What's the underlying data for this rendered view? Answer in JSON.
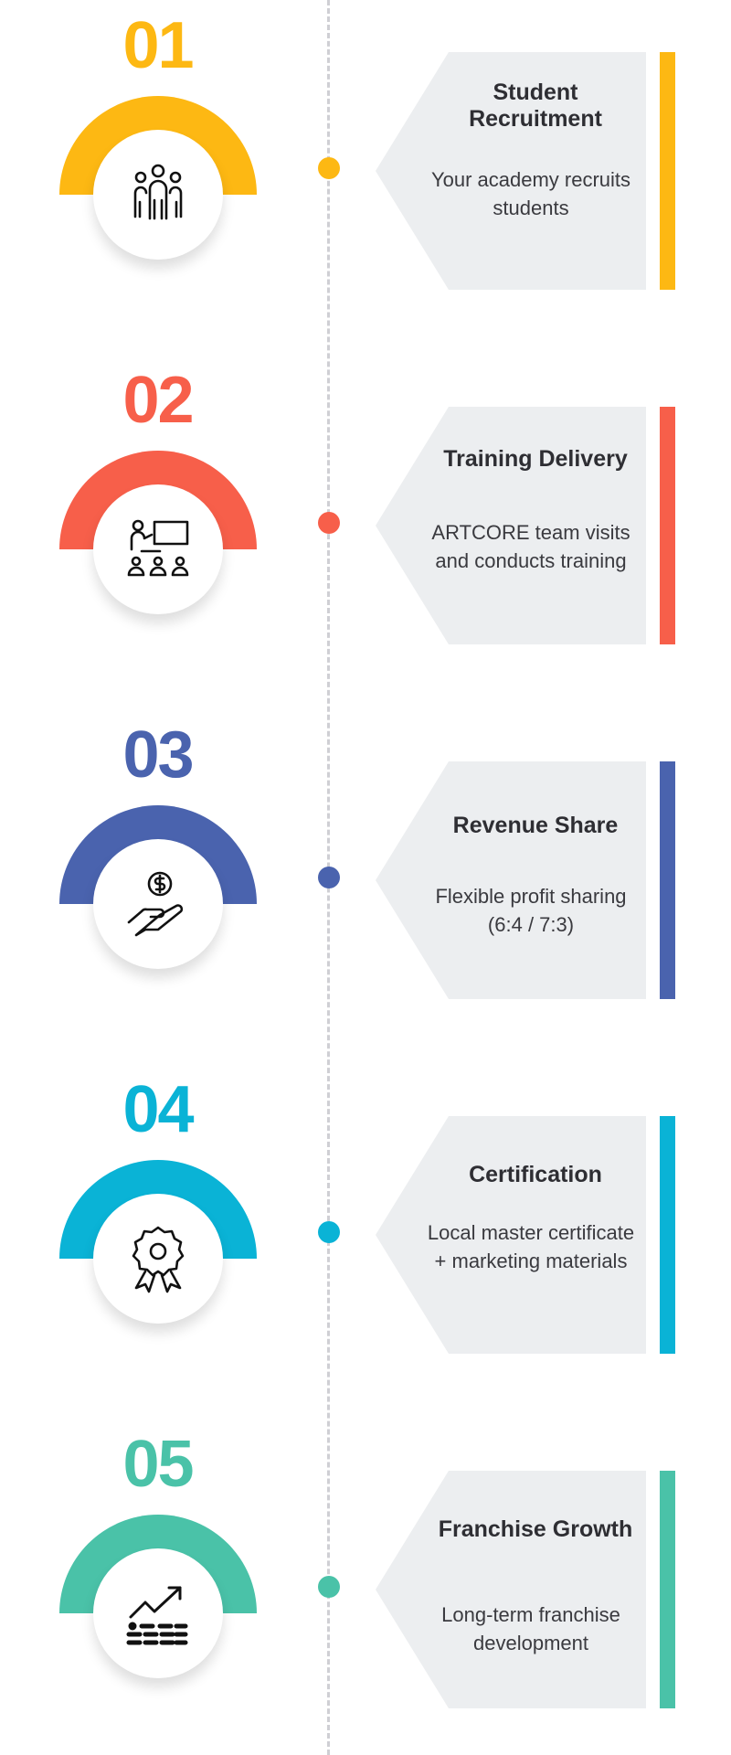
{
  "steps": [
    {
      "number": "01",
      "title": "Student Recruitment",
      "description": "Your academy recruits students",
      "color": "#FDB813",
      "icon": "people-group-icon"
    },
    {
      "number": "02",
      "title": "Training Delivery",
      "description": "ARTCORE team visits and conducts training",
      "color": "#F75F4A",
      "icon": "presentation-classroom-icon"
    },
    {
      "number": "03",
      "title": "Revenue Share",
      "description": "Flexible profit sharing (6:4 / 7:3)",
      "color": "#4A63AE",
      "icon": "hand-dollar-coin-icon"
    },
    {
      "number": "04",
      "title": "Certification",
      "description": "Local master certificate + marketing materials",
      "color": "#0AB3D6",
      "icon": "award-badge-icon"
    },
    {
      "number": "05",
      "title": "Franchise Growth",
      "description": "Long-term franchise development",
      "color": "#4AC2A8",
      "icon": "growth-chart-icon"
    }
  ]
}
